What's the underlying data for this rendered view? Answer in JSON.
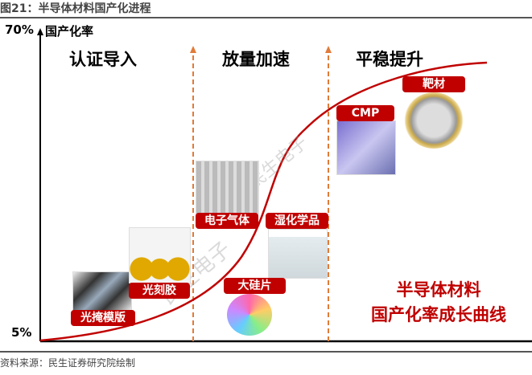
{
  "title": "图21：半导体材料国产化进程",
  "y_axis": {
    "label": "国产化率",
    "max_label": "70%",
    "min_label": "5%"
  },
  "stages": [
    "认证导入",
    "放量加速",
    "平稳提升"
  ],
  "materials": [
    "光掩模版",
    "光刻胶",
    "电子气体",
    "湿化学品",
    "大硅片",
    "CMP",
    "靶材"
  ],
  "curve_label": [
    "半导体材料",
    "国产化率成长曲线"
  ],
  "watermark": "民生电子",
  "source": "资料来源：民生证券研究院绘制",
  "colors": {
    "accent": "#c00000",
    "divider": "#e07b39"
  }
}
